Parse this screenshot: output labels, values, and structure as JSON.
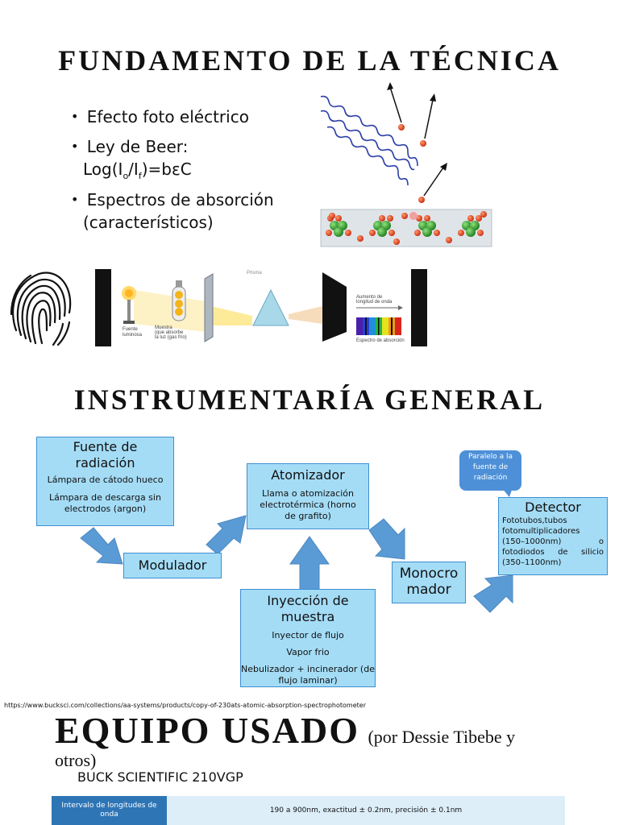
{
  "section1": {
    "title": "FUNDAMENTO DE LA TÉCNICA",
    "bullets": [
      "Efecto foto eléctrico",
      "Ley de Beer:",
      "Log(I",
      "o",
      "/I",
      "f",
      ")=bεC",
      "Espectros de absorción",
      "(característicos)"
    ],
    "bullet_symbol": "•"
  },
  "diagram": {
    "prism_label": "Prisma",
    "fuente_label": [
      "Fuente",
      "luminosa"
    ],
    "muestra_label": [
      "Muestra",
      "(que absorbe",
      "la luz (gas frío)"
    ],
    "aumento_label": [
      "Aumento de",
      "longitud de onda"
    ],
    "espectro_label": "Espectro de absorción"
  },
  "section2": {
    "title": "INSTRUMENTARÍA GENERAL",
    "fuente": {
      "title": [
        "Fuente de",
        "radiación"
      ],
      "items": [
        "Lámpara de cátodo hueco",
        "Lámpara de descarga sin",
        "electrodos (argon)"
      ]
    },
    "modulador": "Modulador",
    "atomizador": {
      "title": "Atomizador",
      "items": [
        "Llama o atomización",
        "electrotérmica (horno",
        "de grafito)"
      ]
    },
    "inyeccion": {
      "title": [
        "Inyección de",
        "muestra"
      ],
      "items": [
        "Inyector de flujo",
        "Vapor frio",
        "Nebulizador + incinerador (de",
        "flujo laminar)"
      ]
    },
    "monocromador": [
      "Monocro",
      "mador"
    ],
    "callout": [
      "Paralelo a la",
      "fuente de",
      "radiación"
    ],
    "detector": {
      "title": "Detector",
      "lines": [
        "Fototubos,tubos",
        "fotomultiplicadores",
        "(150–1000nm)",
        "o",
        "fotodiodos de silicio",
        "(350–1100nm)"
      ]
    }
  },
  "url": "https://www.bucksci.com/collections/aa-systems/products/copy-of-230ats-atomic-absorption-spectrophotometer",
  "section3": {
    "title": "EQUIPO USADO",
    "author": "(por Dessie Tibebe y",
    "author2": "otros)",
    "model": "BUCK SCIENTIFIC 210VGP",
    "table": {
      "label": [
        "Intervalo de longitudes de",
        "onda"
      ],
      "value": "190 a 900nm, exactitud ± 0.2nm, precisión ± 0.1nm"
    }
  },
  "colors": {
    "box_fill": "#a4dcf6",
    "box_border": "#3d8fd0",
    "arrow": "#5b9bd5",
    "callout": "#4d90d8",
    "table_header": "#2e75b6",
    "table_row": "#ddeef9"
  }
}
